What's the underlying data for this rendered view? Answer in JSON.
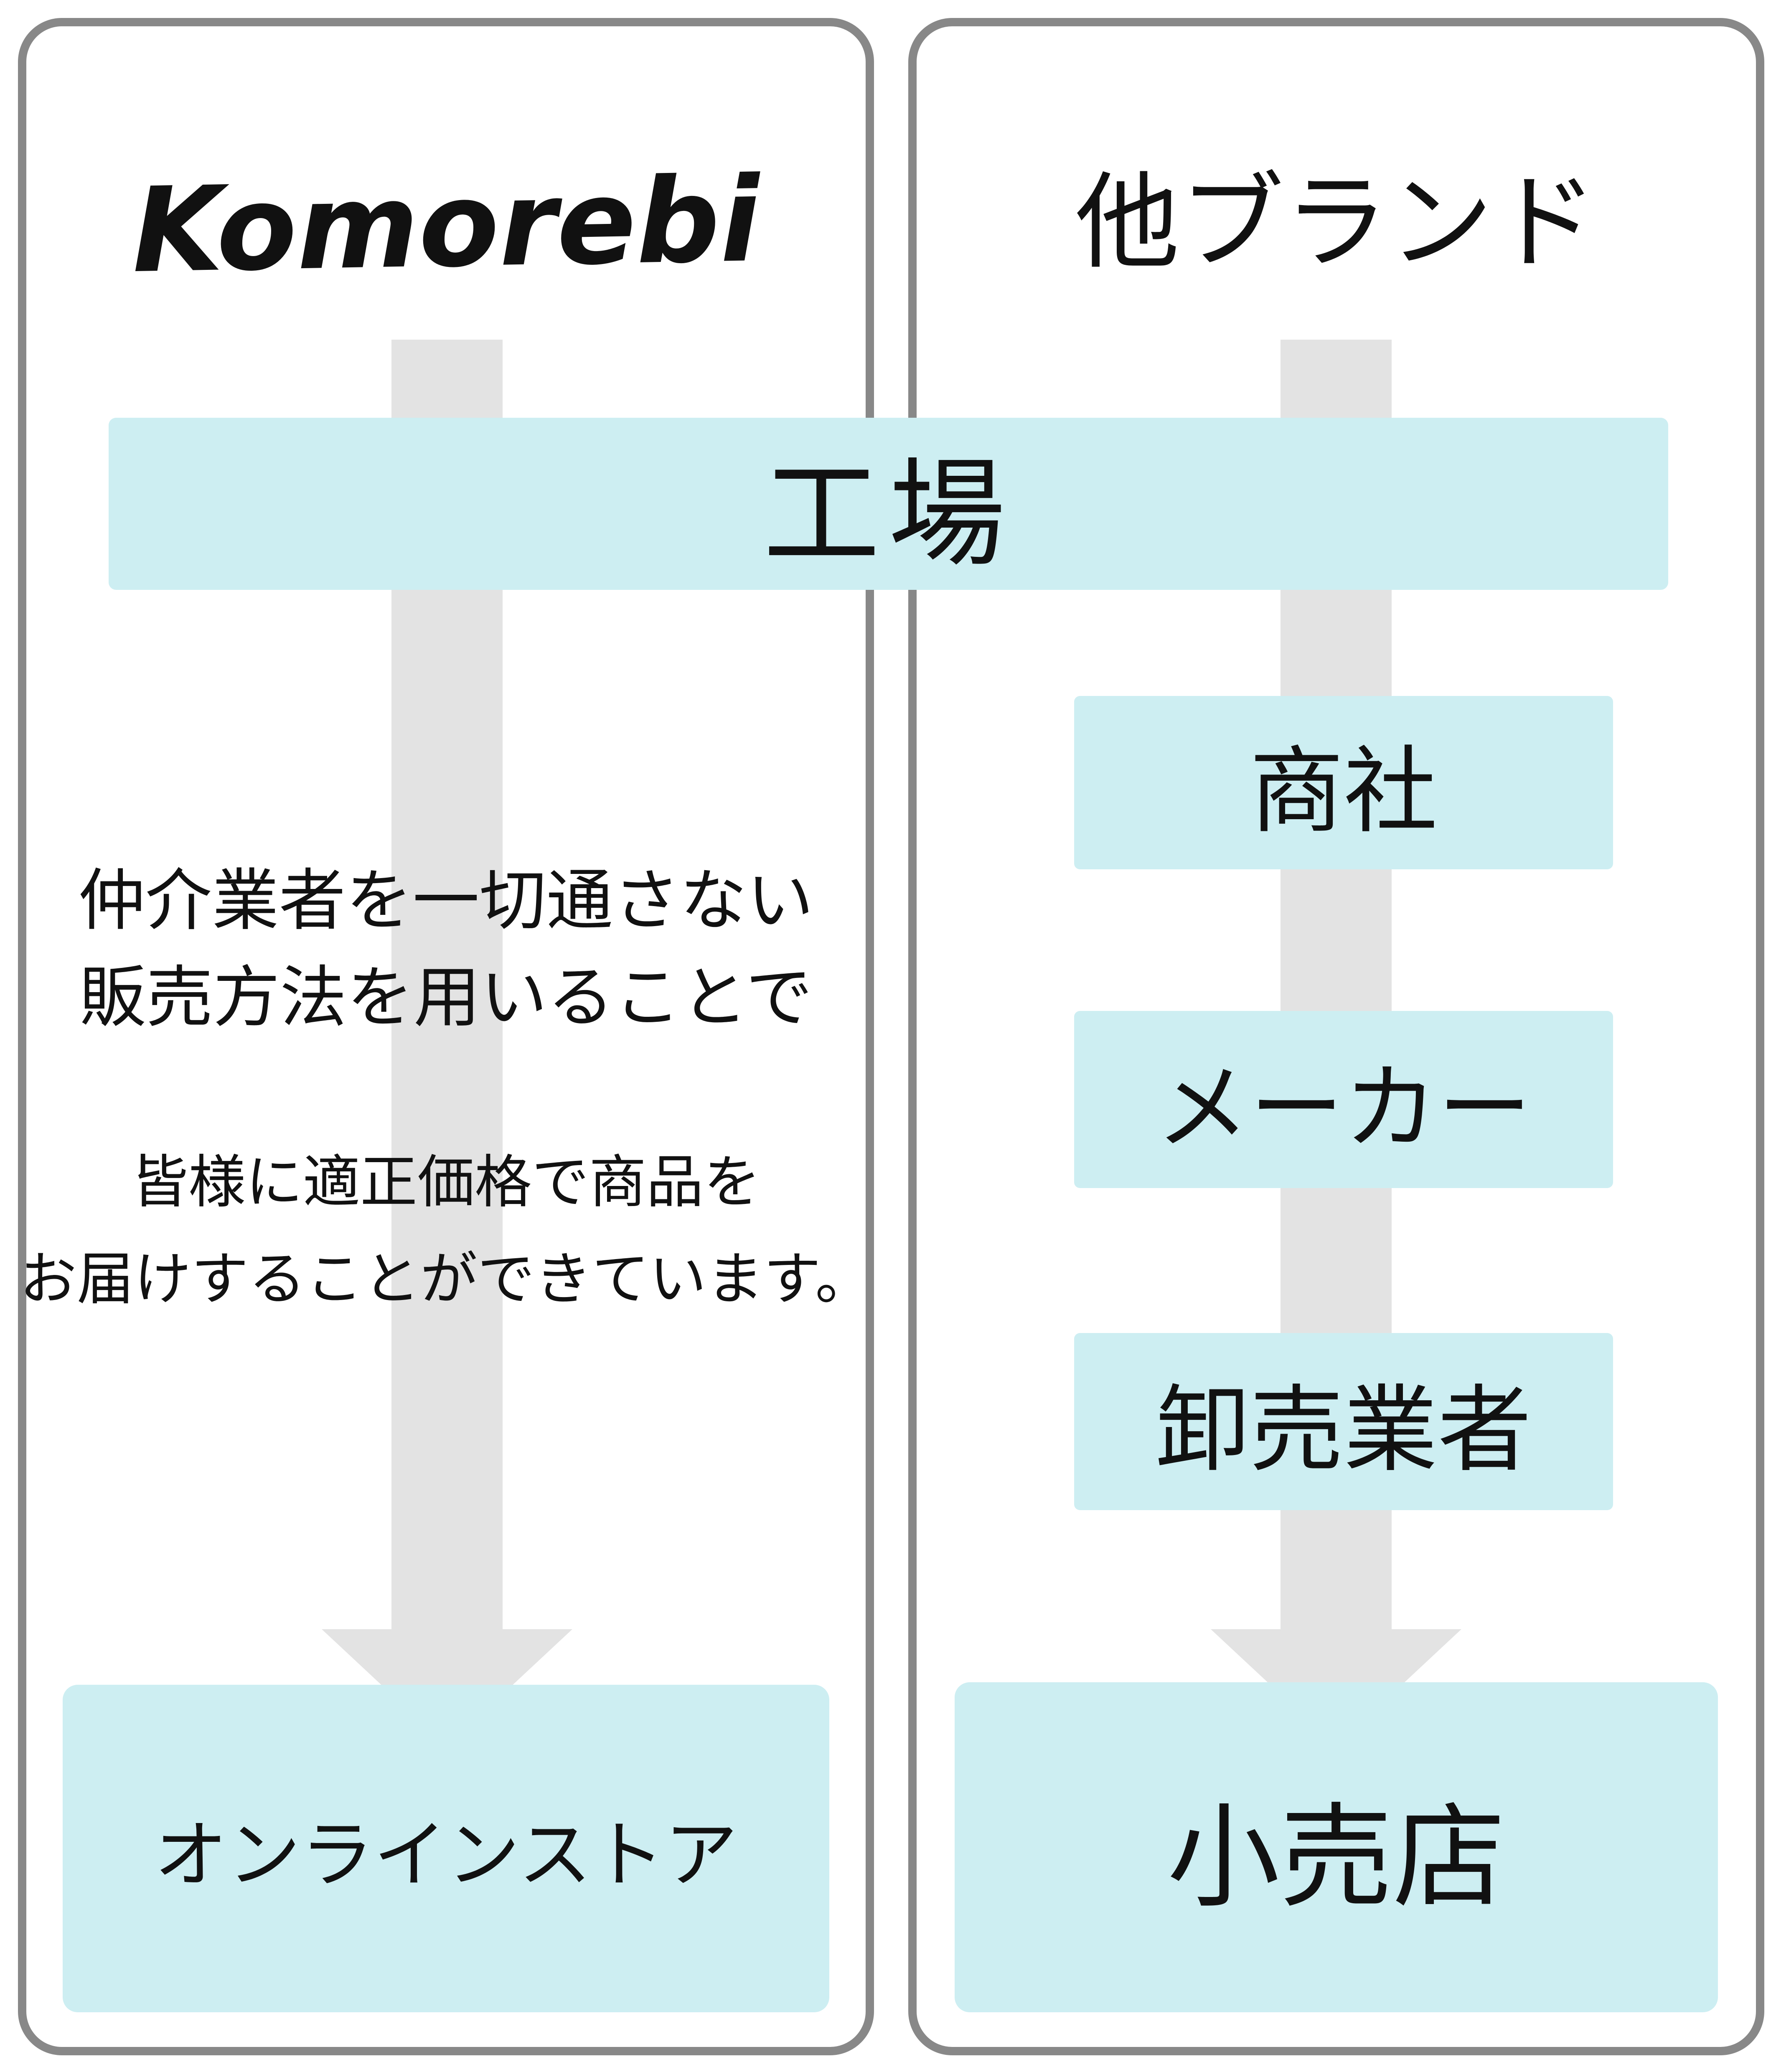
{
  "left_panel": {
    "title": "Komorebi",
    "note_line1": "仲介業者を一切通さない",
    "note_line2": "販売方法を用いることで",
    "note_line3": "皆様に適正価格で商品を",
    "note_line4": "お届けすることができています。",
    "bottom_box": "オンラインストア"
  },
  "right_panel": {
    "title": "他ブランド",
    "steps": [
      "商社",
      "メーカー",
      "卸売業者"
    ],
    "bottom_box": "小売店"
  },
  "shared": {
    "factory_bar": "工場"
  },
  "colors": {
    "box_fill": "#cdeef2",
    "arrow_gray": "#e3e3e3",
    "panel_border": "#888888",
    "text": "#111111",
    "background": "#ffffff"
  }
}
